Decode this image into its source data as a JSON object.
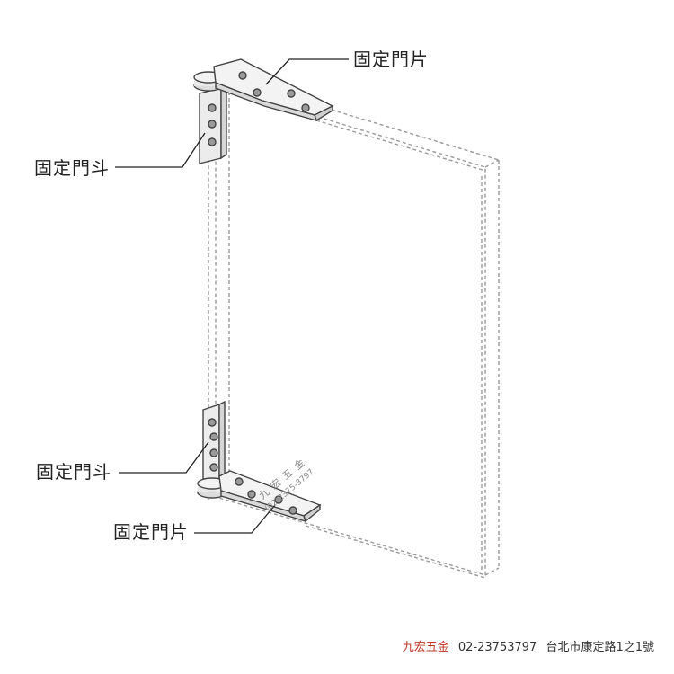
{
  "callouts": {
    "top_plate": "固定門片",
    "top_frame": "固定門斗",
    "bottom_frame": "固定門斗",
    "bottom_plate": "固定門片"
  },
  "watermark": {
    "name": "九宏五金",
    "phone": "(02)2375-3797"
  },
  "footer": {
    "brand": "九宏五金",
    "phone": "02-23753797",
    "address": "台北市康定路1之1號"
  },
  "colors": {
    "brand_red": "#c0392b",
    "line": "#444444",
    "dash": "#9a9a9a"
  }
}
